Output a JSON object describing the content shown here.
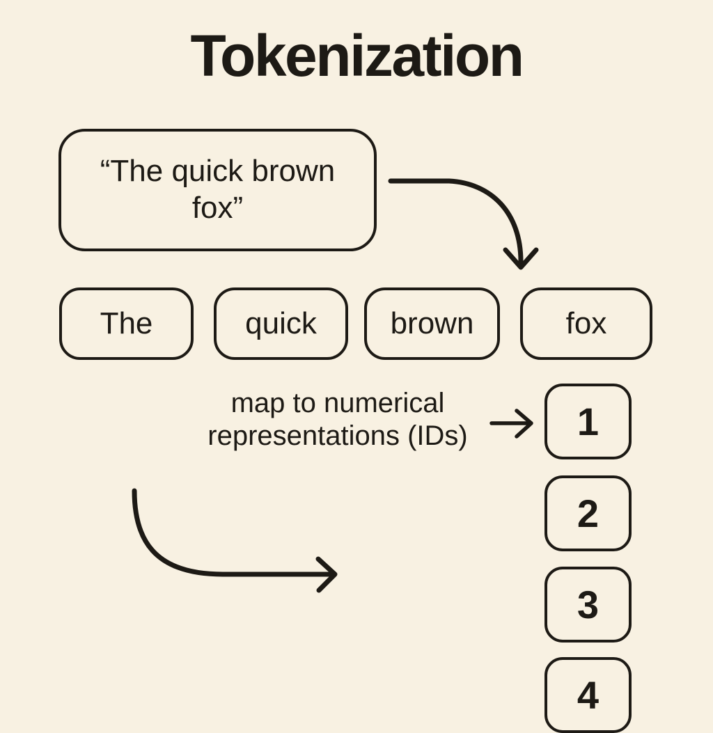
{
  "colors": {
    "background": "#f8f1e2",
    "ink": "#1d1a15"
  },
  "title": "Tokenization",
  "sentence_box": {
    "text": "“The quick brown fox”"
  },
  "tokens": [
    "The",
    "quick",
    "brown",
    "fox"
  ],
  "mapping_label": {
    "line1": "map to numerical",
    "line2": "representations (IDs)"
  },
  "token_ids": [
    "1",
    "2",
    "3",
    "4"
  ]
}
